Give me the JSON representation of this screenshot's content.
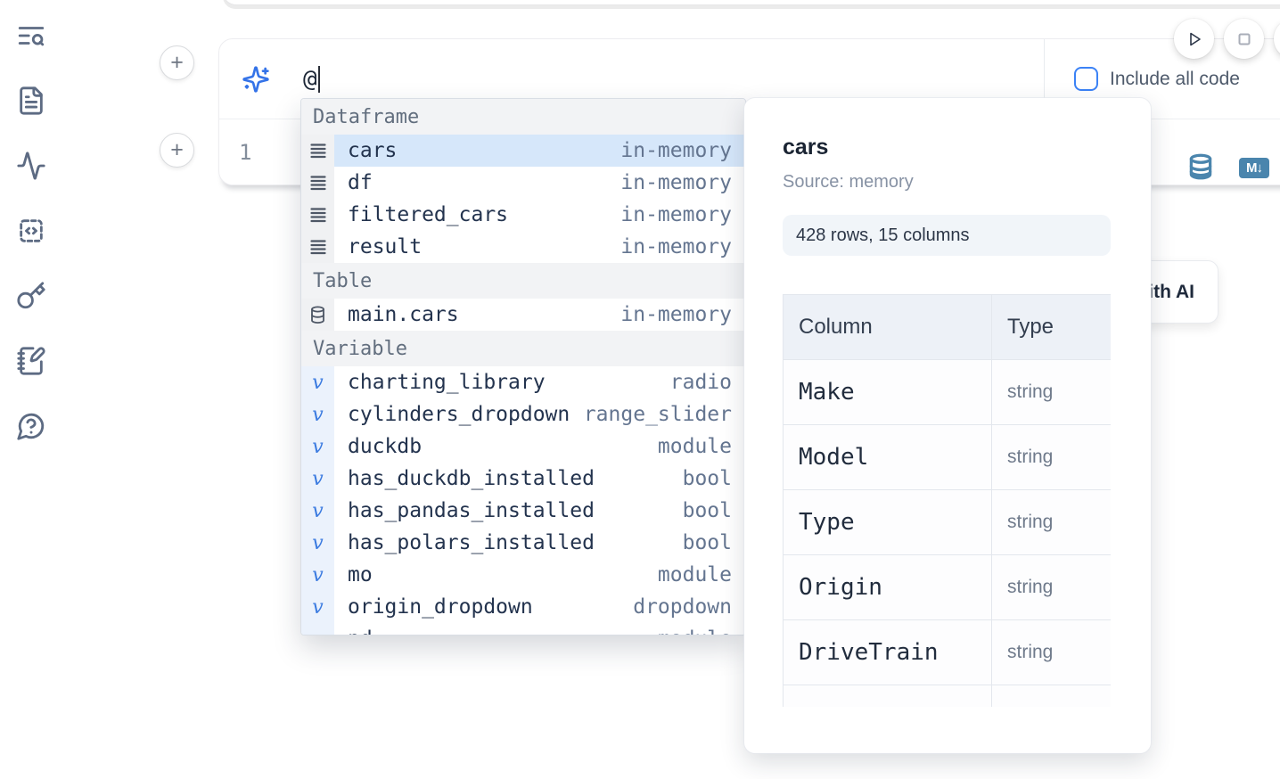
{
  "sidebar": {
    "icons": [
      "text-search-icon",
      "file-text-icon",
      "activity-icon",
      "scratchpad-code-icon",
      "key-icon",
      "notebook-pen-icon",
      "help-chat-icon"
    ]
  },
  "run_controls": {
    "icons": [
      "play-icon",
      "stop-icon"
    ]
  },
  "add_cell_button_label": "+",
  "ai_input": {
    "value": "@",
    "include_all_code_label": "Include all code"
  },
  "editor": {
    "line_number": "1"
  },
  "cell_footer": {
    "database_icon": "database-icon",
    "markdown_badge": "M↓"
  },
  "autocomplete": {
    "sections": [
      {
        "label": "Dataframe",
        "icon": "rows",
        "items": [
          {
            "name": "cars",
            "type": "in-memory",
            "selected": true
          },
          {
            "name": "df",
            "type": "in-memory",
            "selected": false
          },
          {
            "name": "filtered_cars",
            "type": "in-memory",
            "selected": false
          },
          {
            "name": "result",
            "type": "in-memory",
            "selected": false
          }
        ]
      },
      {
        "label": "Table",
        "icon": "database",
        "items": [
          {
            "name": "main.cars",
            "type": "in-memory",
            "selected": false
          }
        ]
      },
      {
        "label": "Variable",
        "icon": "variable",
        "items": [
          {
            "name": "charting_library",
            "type": "radio",
            "selected": false
          },
          {
            "name": "cylinders_dropdown",
            "type": "range_slider",
            "selected": false
          },
          {
            "name": "duckdb",
            "type": "module",
            "selected": false
          },
          {
            "name": "has_duckdb_installed",
            "type": "bool",
            "selected": false
          },
          {
            "name": "has_pandas_installed",
            "type": "bool",
            "selected": false
          },
          {
            "name": "has_polars_installed",
            "type": "bool",
            "selected": false
          },
          {
            "name": "mo",
            "type": "module",
            "selected": false
          },
          {
            "name": "origin_dropdown",
            "type": "dropdown",
            "selected": false
          },
          {
            "name": "pd",
            "type": "module",
            "selected": false
          }
        ]
      }
    ]
  },
  "ai_action_button": {
    "label": "with AI"
  },
  "preview": {
    "title": "cars",
    "source_label": "Source: memory",
    "shape_badge": "428 rows, 15 columns",
    "table": {
      "headers": [
        "Column",
        "Type"
      ],
      "rows": [
        [
          "Make",
          "string"
        ],
        [
          "Model",
          "string"
        ],
        [
          "Type",
          "string"
        ],
        [
          "Origin",
          "string"
        ],
        [
          "DriveTrain",
          "string"
        ],
        [
          "",
          ""
        ]
      ]
    }
  },
  "colors": {
    "accent_blue": "#3b82f6",
    "steel_blue_icon": "#4a85ad",
    "selected_row_bg": "#d6e7fa",
    "panel_badge_bg": "#f1f5f9"
  }
}
